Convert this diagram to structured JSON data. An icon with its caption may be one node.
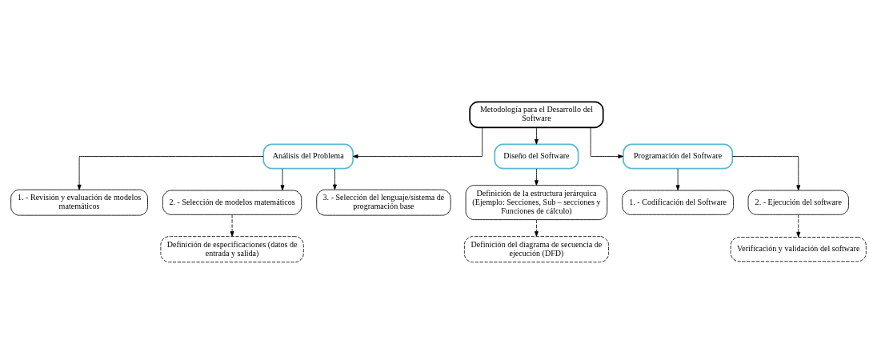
{
  "diagram": {
    "nodes": [
      {
        "text": [
          "Metodología para el Desarrollo del Software"
        ]
      },
      {
        "text": [
          "Análisis del Problema"
        ]
      },
      {
        "text": [
          "Diseño del Software"
        ]
      },
      {
        "text": [
          "Programación del Software"
        ]
      },
      {
        "text": [
          "1. - Revisión y evaluación de modelos matemáticos"
        ]
      },
      {
        "text": [
          "2. - Selección de modelos matemáticos"
        ]
      },
      {
        "text": [
          "Definición de especificaciones (datos de entrada y salida)"
        ]
      },
      {
        "text": [
          "3. - Selección del lenguaje/sistema de programación base"
        ]
      },
      {
        "text": [
          "Definición de la estructura jerárquica (Ejemplo: Secciones, Sub – secciones y Funciones de cálculo)"
        ]
      },
      {
        "text": [
          "Definición del diagrama de secuencia de ejecución (DFD)"
        ]
      },
      {
        "text": [
          "1. - Codificación del Software"
        ]
      },
      {
        "text": [
          "2. - Ejecución del software"
        ]
      },
      {
        "text": [
          "Verificación y validación del software"
        ]
      }
    ],
    "edges": [
      {
        "from": 0,
        "to": 1,
        "arrow": "to"
      },
      {
        "from": 0,
        "to": 2,
        "arrow": "to"
      },
      {
        "from": 0,
        "to": 3,
        "arrow": "to"
      },
      {
        "from": 1,
        "to": 4,
        "arrow": "to"
      },
      {
        "from": 1,
        "to": 5,
        "arrow": "to"
      },
      {
        "from": 1,
        "to": 7,
        "arrow": "to"
      },
      {
        "from": 5,
        "to": 6,
        "arrow": "to",
        "style": "dashed"
      },
      {
        "from": 2,
        "to": 8,
        "arrow": "to"
      },
      {
        "from": 8,
        "to": 9,
        "arrow": "to",
        "style": "dashed"
      },
      {
        "from": 3,
        "to": 10,
        "arrow": "to"
      },
      {
        "from": 3,
        "to": 11,
        "arrow": "to"
      },
      {
        "from": 11,
        "to": 12,
        "arrow": "to",
        "style": "dashed"
      }
    ]
  }
}
